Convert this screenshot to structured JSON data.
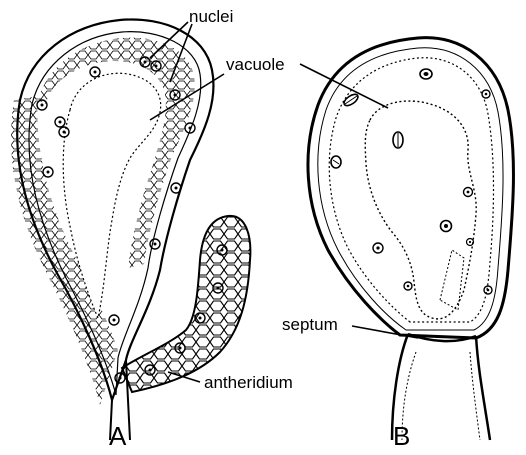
{
  "labels": {
    "nuclei": "nuclei",
    "vacuole": "vacuole",
    "septum": "septum",
    "antheridium": "antheridium"
  },
  "panels": {
    "a": "A",
    "b": "B"
  },
  "colors": {
    "ink": "#000000",
    "background": "#ffffff"
  }
}
